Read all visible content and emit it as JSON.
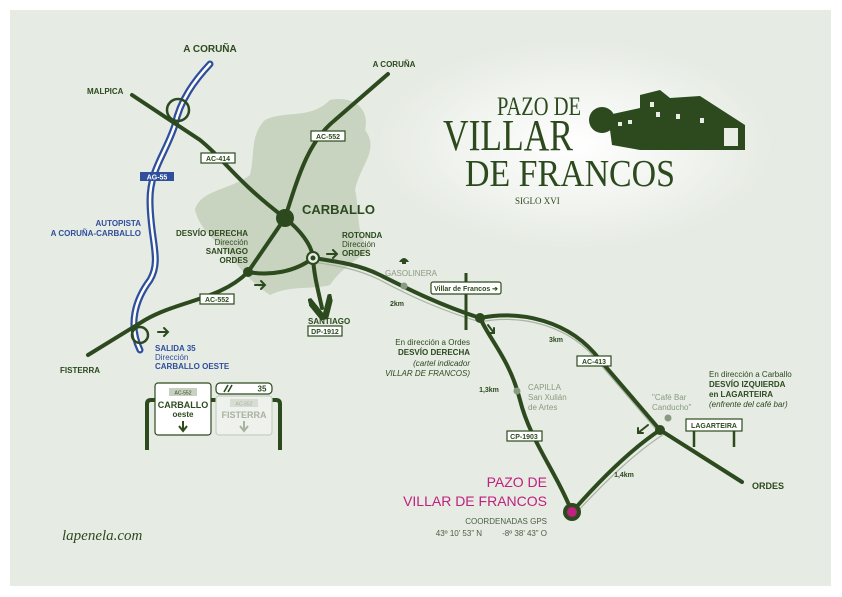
{
  "colors": {
    "background": "#e6ebe3",
    "road": "#2c4a1e",
    "motorway": "#2f4e9c",
    "town": "#c8d3c0",
    "destination": "#c0207e"
  },
  "logo": {
    "line1": "PAZO DE",
    "line2": "VILLAR",
    "line3": "DE FRANCOS",
    "subtitle": "SIGLO XVI"
  },
  "places": {
    "a_coruna_nw": "A CORUÑA",
    "a_coruna_ne": "A CORUÑA",
    "malpica": "MALPICA",
    "carballo": "CARBALLO",
    "fisterra": "FISTERRA",
    "santiago": "SANTIAGO",
    "ordes": "ORDES",
    "gasolinera": "GASOLINERA",
    "capilla": [
      "CAPILLA",
      "San Xulián",
      "de Artes"
    ],
    "cafe": [
      "\"Café Bar",
      "Canducho\""
    ]
  },
  "roads": {
    "ag55": "AG-55",
    "ac414": "AC-414",
    "ac552_n": "AC-552",
    "ac552_s": "AC-552",
    "dp1912": "DP-1912",
    "ac413": "AC-413",
    "cp1903": "CP-1903"
  },
  "distances": {
    "d1": "2km",
    "d2": "3km",
    "d3": "1,3km",
    "d4": "1,4km"
  },
  "motorway_label": [
    "AUTOPISTA",
    "A CORUÑA-CARBALLO"
  ],
  "notes": {
    "desvio_derecha": [
      "DESVÍO DERECHA",
      "Dirección",
      "SANTIAGO",
      "ORDES"
    ],
    "rotonda": [
      "ROTONDA",
      "Dirección",
      "ORDES"
    ],
    "salida": [
      "SALIDA 35",
      "Dirección",
      "CARBALLO OESTE"
    ],
    "ordes_turn": [
      "En dirección a Ordes",
      "DESVÍO DERECHA",
      "(cartel indicador",
      "VILLAR DE FRANCOS)"
    ],
    "carballo_turn": [
      "En dirección a Carballo",
      "DESVÍO IZQUIERDA",
      "en LAGARTEIRA",
      "(enfrente del café bar)"
    ]
  },
  "signs": {
    "villar": "Villar de Francos ➔",
    "lagarteira": "LAGARTEIRA",
    "exit_number": "35",
    "exit_road1": "AC-552",
    "exit_dest1": [
      "CARBALLO",
      "oeste"
    ],
    "exit_road2": "AC-552",
    "exit_dest2": "FISTERRA"
  },
  "destination": {
    "name": [
      "PAZO DE",
      "VILLAR DE FRANCOS"
    ],
    "gps_label": "COORDENADAS GPS",
    "lat": "43º 10’ 53” N",
    "lon": "-8º 38’ 43” O"
  },
  "website": "lapenela.com"
}
